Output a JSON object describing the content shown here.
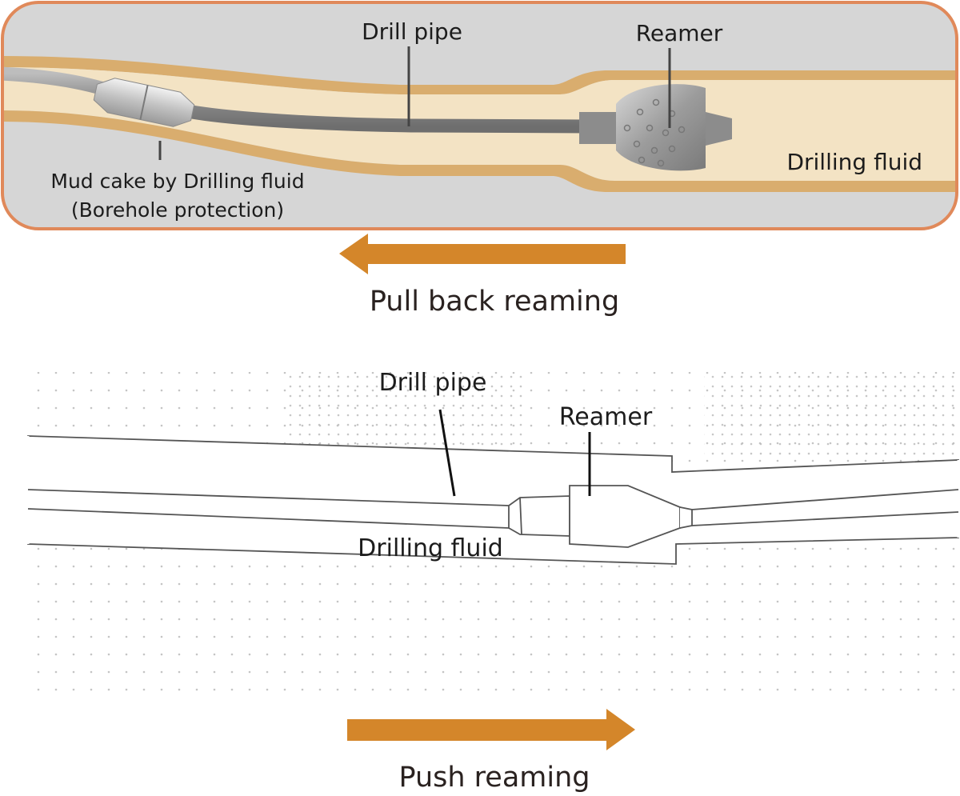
{
  "colors": {
    "panel_border": "#e0895a",
    "panel_background": "#d6d6d6",
    "borehole_fill": "#f3e3c4",
    "mud_cake_band": "#d9ad6e",
    "pipe": "#8c8c8c",
    "reamer": "#9a9a9a",
    "arrow": "#d4862a",
    "line": "#555555"
  },
  "top_panel": {
    "drill_pipe_label": "Drill pipe",
    "reamer_label": "Reamer",
    "drilling_fluid_label": "Drilling fluid",
    "mud_cake_label_line1": "Mud cake by Drilling fluid",
    "mud_cake_label_line2": "(Borehole protection)"
  },
  "pull_back": {
    "direction": "left",
    "caption": "Pull back reaming"
  },
  "bottom_panel": {
    "drill_pipe_label": "Drill pipe",
    "reamer_label": "Reamer",
    "drilling_fluid_label": "Drilling fluid"
  },
  "push": {
    "direction": "right",
    "caption": "Push reaming"
  }
}
